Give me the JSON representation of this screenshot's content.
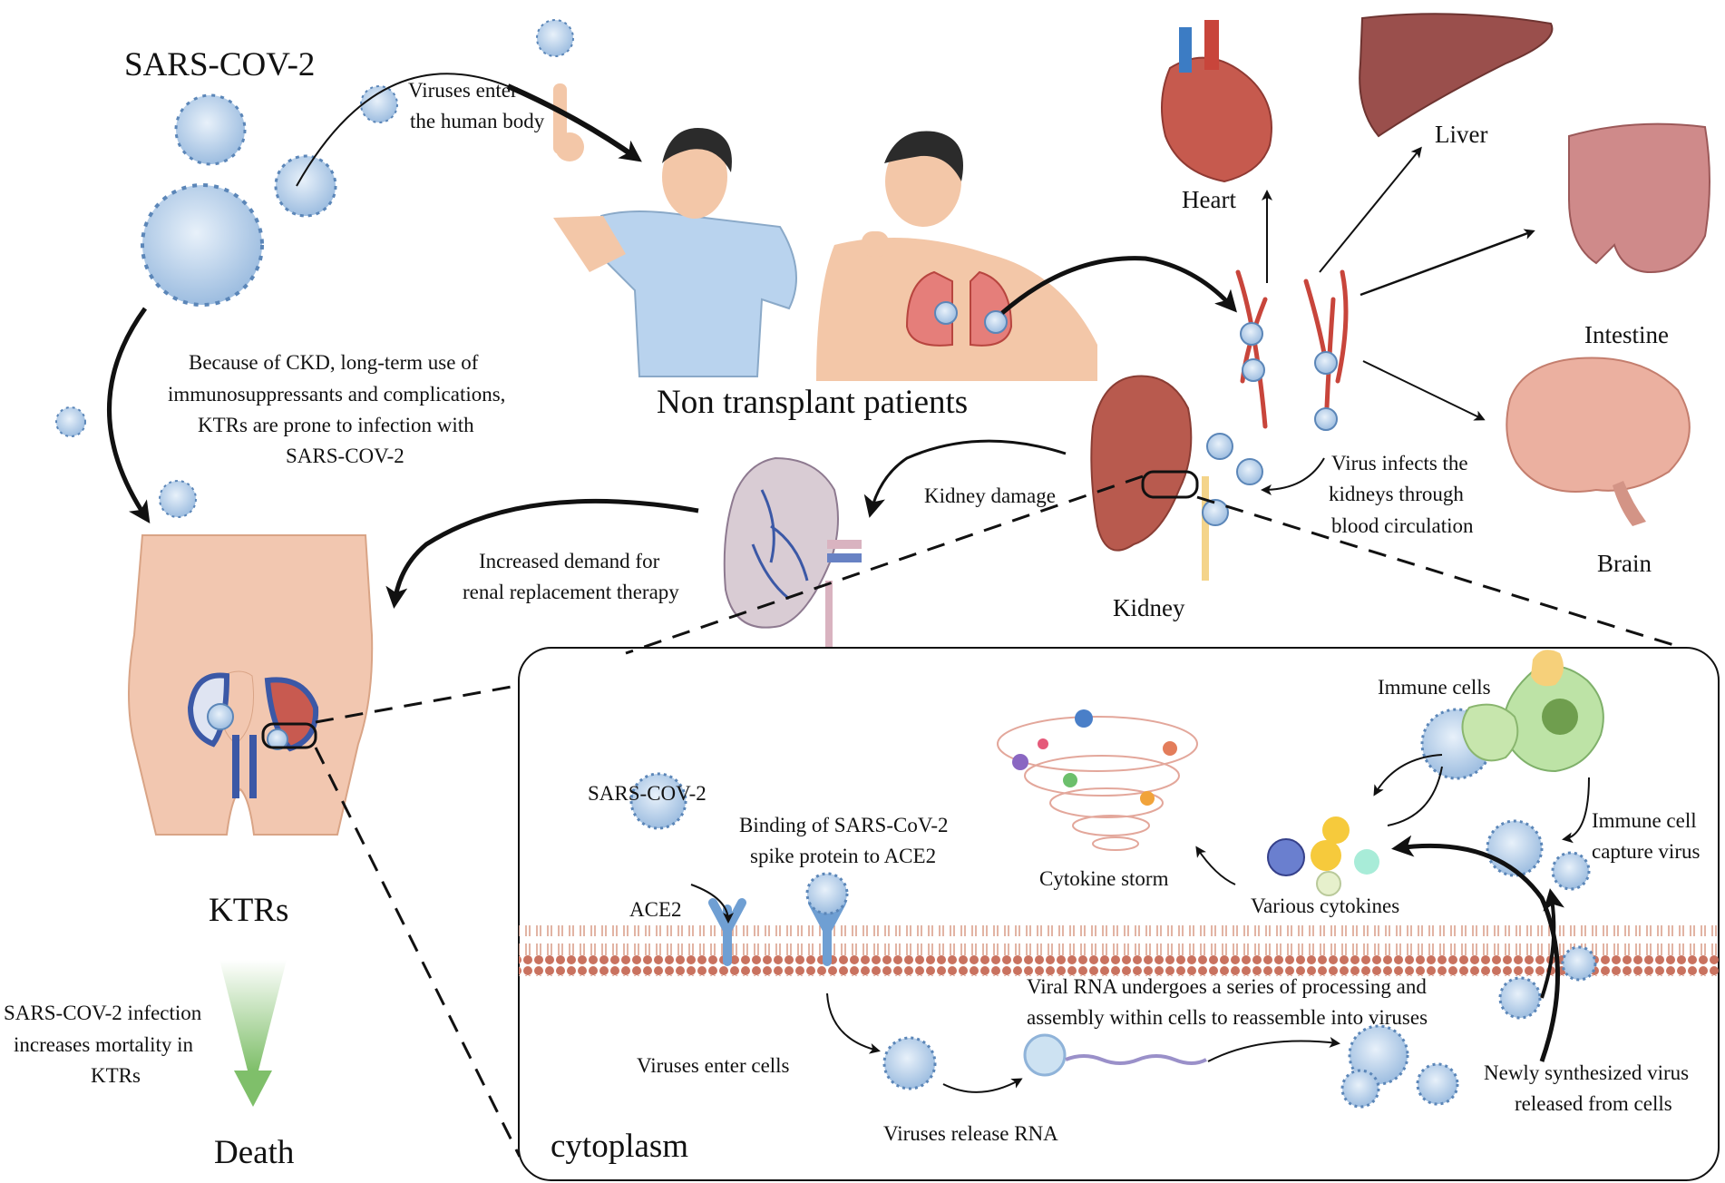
{
  "labels": {
    "sars_title": "SARS-COV-2",
    "viruses_enter_body_1": "Viruses enter",
    "viruses_enter_body_2": "the human body",
    "non_transplant": "Non transplant patients",
    "heart": "Heart",
    "liver": "Liver",
    "intestine": "Intestine",
    "brain": "Brain",
    "kidney": "Kidney",
    "kidney_damage": "Kidney damage",
    "virus_infects_1": "Virus infects the",
    "virus_infects_2": "kidneys  through",
    "virus_infects_3": "blood circulation",
    "ckd_1": "Because of CKD, long-term use of",
    "ckd_2": "immunosuppressants and complications,",
    "ckd_3": "KTRs are prone to infection with",
    "ckd_4": "SARS-COV-2",
    "rrt_1": "Increased demand for",
    "rrt_2": "renal replacement therapy",
    "ktrs": "KTRs",
    "mortality_1": "SARS-COV-2 infection",
    "mortality_2": "increases mortality in",
    "mortality_3": "KTRs",
    "death": "Death",
    "cytoplasm": "cytoplasm",
    "immune_cells": "Immune cells",
    "sars_inset": "SARS-COV-2",
    "binding_1": "Binding of SARS-CoV-2",
    "binding_2": "spike protein to ACE2",
    "ace2": "ACE2",
    "cytokine_storm": "Cytokine storm",
    "various_cytokines": "Various cytokines",
    "immune_capture_1": "Immune cell",
    "immune_capture_2": "capture virus",
    "rna_processing_1": "Viral RNA undergoes a series of processing and",
    "rna_processing_2": "assembly within cells to reassemble into viruses",
    "viruses_enter_cells": "Viruses enter cells",
    "viruses_release_rna": "Viruses release RNA",
    "newly_synth_1": "Newly synthesized virus",
    "newly_synth_2": "released from cells"
  },
  "colors": {
    "virus": "#8fb3d9",
    "virus_spike": "#5b86b8",
    "skin": "#f3c7a8",
    "shirt": "#b9d3ee",
    "kidney": "#b85a4e",
    "vessel": "#c8453b",
    "membrane": "#c9725f",
    "arrow": "#111111",
    "green_arrow": "#8cc27a"
  }
}
